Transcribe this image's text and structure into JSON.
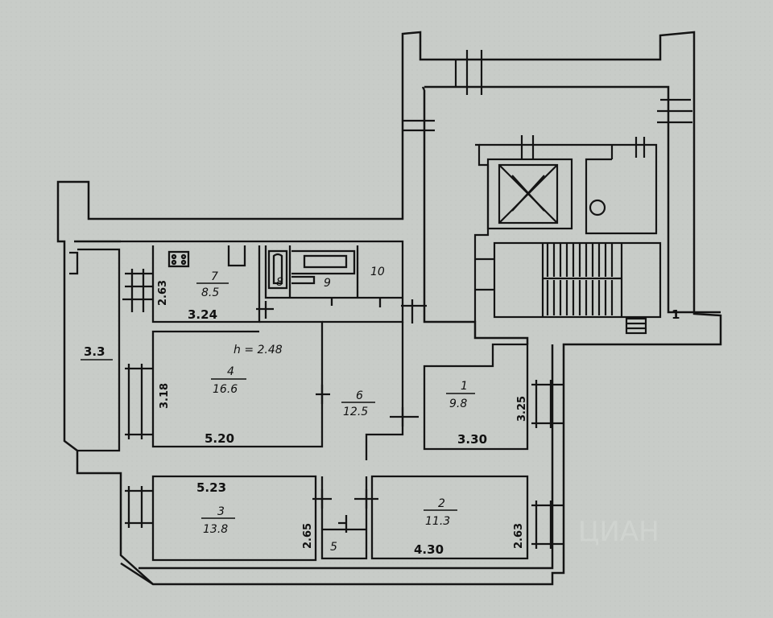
{
  "rooms": [
    {
      "num": "1",
      "area": "9.8",
      "width": "3.30",
      "depth": "3.25"
    },
    {
      "num": "2",
      "area": "11.3",
      "width": "4.30",
      "depth": "2.63"
    },
    {
      "num": "3",
      "area": "13.8",
      "width": "5.23",
      "depth": "2.65"
    },
    {
      "num": "4",
      "area": "16.6",
      "width": "5.20",
      "depth": "3.18",
      "height": "h = 2.48"
    },
    {
      "num": "5"
    },
    {
      "num": "6",
      "area": "12.5"
    },
    {
      "num": "7",
      "area": "8.5",
      "width": "3.24",
      "depth": "2.63"
    },
    {
      "num": "8"
    },
    {
      "num": "9"
    },
    {
      "num": "10"
    }
  ],
  "balcony": {
    "size": "3.3"
  },
  "stair": {
    "num": "1"
  },
  "watermark": "ЦИАН"
}
